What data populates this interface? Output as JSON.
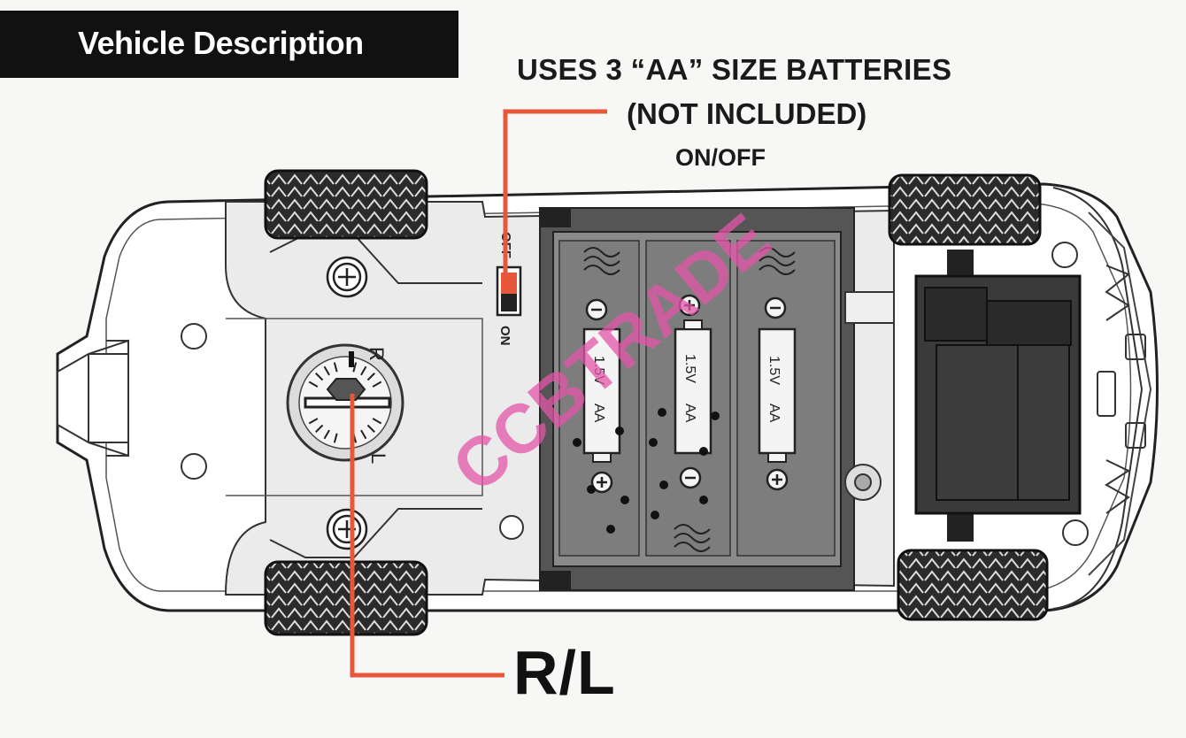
{
  "header": {
    "title": "Vehicle Description"
  },
  "notes": {
    "batteries": "USES 3 “AA” SIZE BATTERIES",
    "not_included": "(NOT INCLUDED)",
    "on_off": "ON/OFF"
  },
  "switch": {
    "off": "OFF",
    "on": "ON"
  },
  "steering": {
    "r": "R",
    "l": "L",
    "label": "R/L"
  },
  "battery_label": {
    "voltage": "1.5V",
    "size": "AA"
  },
  "watermark": "CCBTRADE",
  "colors": {
    "callout": "#e8573a",
    "watermark": "#e455a8",
    "body": "#ffffff",
    "plate": "#ebebeb",
    "dark": "#333333"
  }
}
